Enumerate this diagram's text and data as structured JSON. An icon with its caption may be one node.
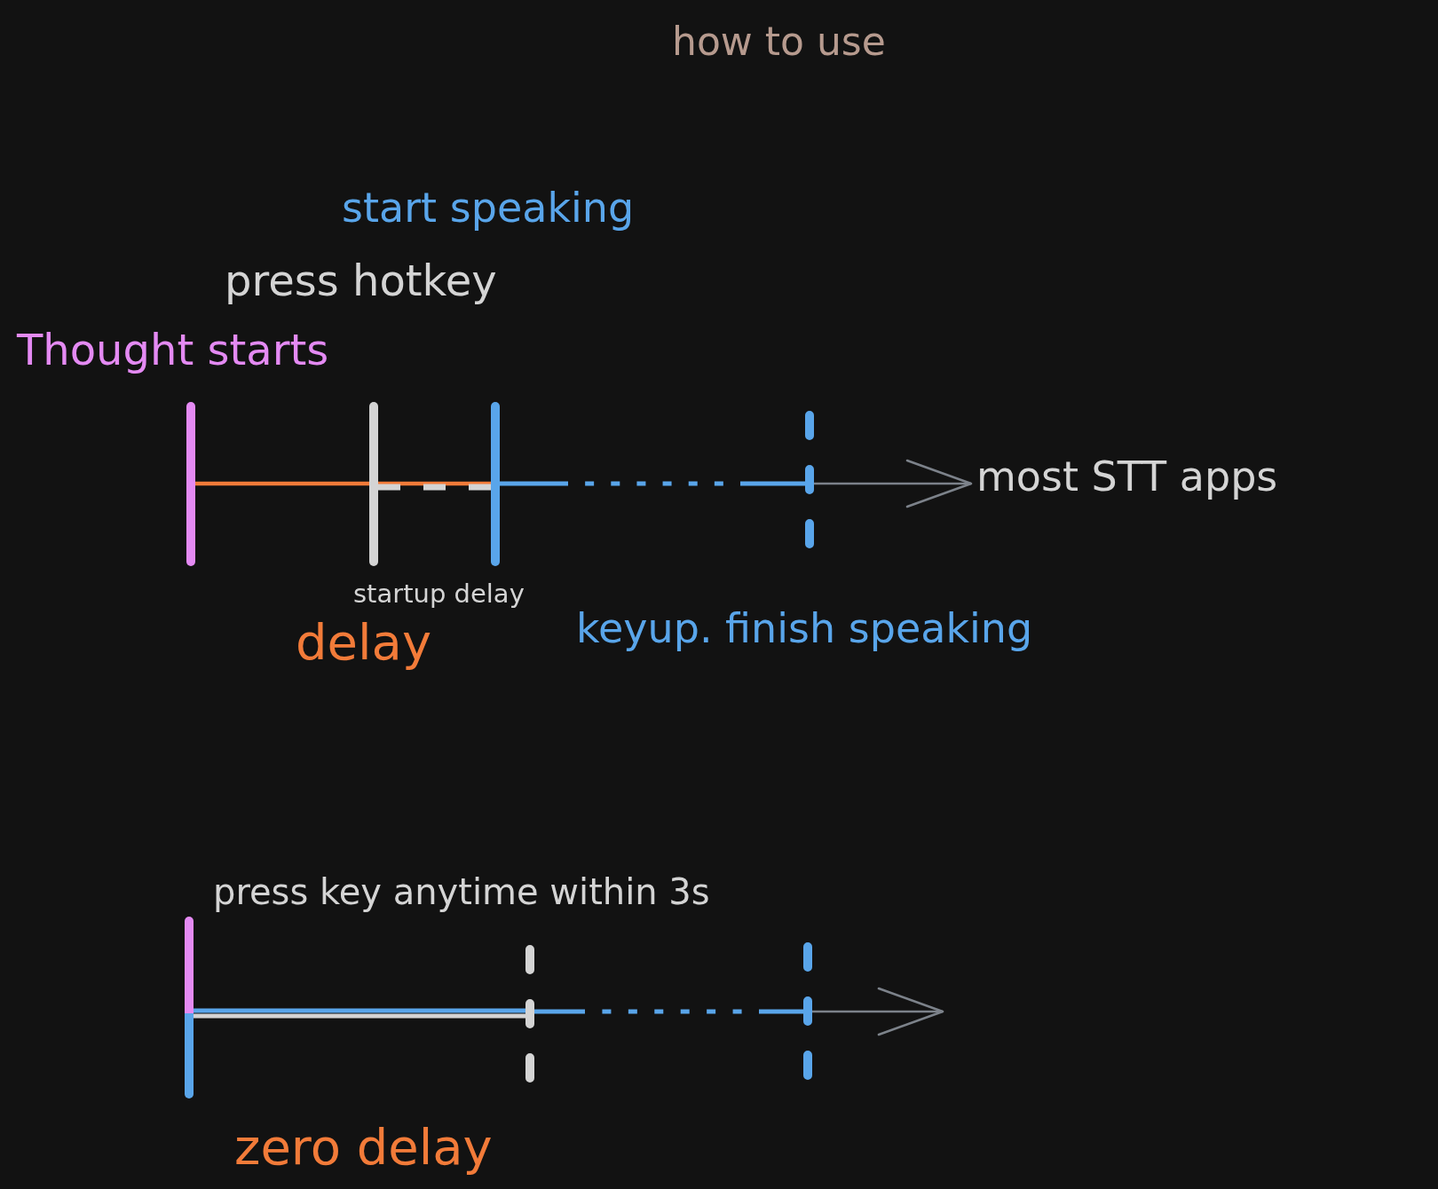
{
  "diagram": {
    "title": "how to use",
    "nodes": [
      {
        "text": [],
        "shape": "bar",
        "beside": [
          "Thought starts"
        ]
      },
      {
        "text": [],
        "shape": "bar",
        "beside": [
          "press hotkey"
        ]
      },
      {
        "text": [],
        "shape": "bar"
      },
      {
        "text": [],
        "shape": "bar",
        "beside": [
          "keyup. finish speaking"
        ]
      },
      {
        "text": [
          "most STT apps"
        ]
      },
      {
        "text": [],
        "shape": "bar"
      },
      {
        "text": [],
        "shape": "bar"
      },
      {
        "text": [],
        "shape": "bar"
      }
    ],
    "edges": [
      {
        "from": 0,
        "to": 1,
        "arrow": "none",
        "color": "#f27b39"
      },
      {
        "from": 1,
        "to": 2,
        "arrow": "none",
        "color": "#f27b39"
      },
      {
        "from": 1,
        "to": 2,
        "arrow": "none",
        "style": "dashed",
        "color": "#d4d4d4"
      },
      {
        "from": 2,
        "to": 3,
        "arrow": "none",
        "style": "dashed",
        "color": "#59a5ea"
      },
      {
        "from": 3,
        "to": 4,
        "arrow": "to",
        "color": "#7c828a"
      },
      {
        "from": 5,
        "to": 6,
        "arrow": "none",
        "color": "#59a5ea"
      },
      {
        "from": 5,
        "to": 6,
        "arrow": "none",
        "color": "#d4d4d4"
      },
      {
        "from": 6,
        "to": 7,
        "arrow": "none",
        "style": "dashed",
        "color": "#59a5ea"
      },
      {
        "from": 7,
        "to": null,
        "arrow": "to",
        "color": "#7c828a"
      }
    ],
    "labels": [
      "start speaking",
      "startup delay",
      "delay",
      "press key anytime within 3s",
      "zero delay"
    ]
  }
}
